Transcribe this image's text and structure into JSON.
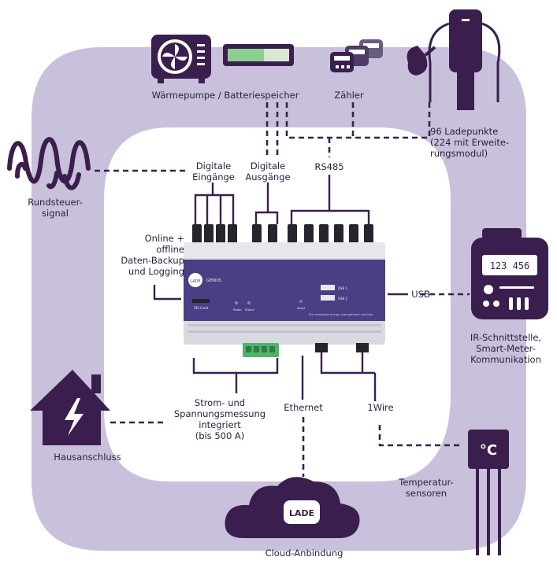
{
  "labels": {
    "heatpump_battery": "Wärmepumpe / Batteriespeicher",
    "meter": "Zähler",
    "charge_points_1": "96 Ladepunkte",
    "charge_points_2": "(224 mit Erweite-",
    "charge_points_3": "rungsmodul)",
    "ripple_1": "Rundsteuer-",
    "ripple_2": "signal",
    "digital_in_1": "Digitale",
    "digital_in_2": "Eingänge",
    "digital_out_1": "Digitale",
    "digital_out_2": "Ausgänge",
    "rs485": "RS485",
    "backup_1": "Online +",
    "backup_2": "offline",
    "backup_3": "Daten-Backup",
    "backup_4": "und Logging",
    "usb": "USB",
    "ir_1": "IR-Schnittstelle,",
    "ir_2": "Smart-Meter-",
    "ir_3": "Kommunikation",
    "measure_1": "Strom- und",
    "measure_2": "Spannungsmessung",
    "measure_3": "integriert",
    "measure_4": "(bis 500 A)",
    "ethernet": "Ethernet",
    "onewire": "1Wire",
    "house": "Hausanschluss",
    "temp_1": "Temperatur-",
    "temp_2": "sensoren",
    "cloud": "Cloud-Anbindung"
  },
  "device": {
    "brand": "LADE",
    "model": "GENIUS",
    "sd_label": "SD-Card",
    "power_label": "Power",
    "status_label": "Status",
    "reset_label": "Reset",
    "usb1_label": "USB 1",
    "usb2_label": "USB 2",
    "tagline": "the renewable energy management machine"
  },
  "meter_display": "123 456",
  "temp_unit": "°C",
  "cloud_logo": "LADE",
  "icons": [
    "heat-pump-fan-icon",
    "battery-icon",
    "electricity-meters-icon",
    "ev-charger-icon",
    "ripple-signal-wave-icon",
    "smart-meter-icon",
    "house-lightning-icon",
    "temperature-sensor-icon",
    "cloud-icon"
  ],
  "colors": {
    "ring": "#c9c0dc",
    "icon": "#3a1f4e",
    "device_panel": "#4a3f84",
    "device_body": "#d8dae0",
    "terminal_green": "#4fb36b",
    "text": "#2a1f3d"
  }
}
